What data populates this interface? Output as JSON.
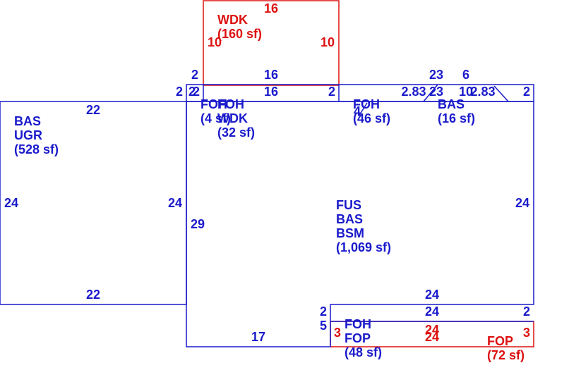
{
  "colors": {
    "building": "#1a1acc",
    "deck_porch": "#dd1111"
  },
  "areas": {
    "ugr": [
      "BAS",
      "UGR",
      "(528 sf)"
    ],
    "main": [
      "FUS",
      "BAS",
      "BSM",
      "(1,069 sf)"
    ],
    "wdk_top": [
      "WDK",
      "(160 sf)"
    ],
    "foh_small": [
      "FOH",
      "(4 sf)"
    ],
    "wdk_small": [
      "FOH",
      "WDK",
      "(32 sf)"
    ],
    "foh_mid": [
      "FOH",
      "(46 sf)"
    ],
    "bas_small": [
      "BAS",
      "(16 sf)"
    ],
    "foh_fop": [
      "FOH",
      "FOP",
      "(48 sf)"
    ],
    "fop": [
      "FOP",
      "(72 sf)"
    ]
  },
  "dimensions": {
    "wdk_top": "16",
    "wdk_left": "10",
    "wdk_right": "10",
    "strip_2a": "2",
    "strip_16a": "16",
    "strip_23a": "23",
    "strip_6": "6",
    "strip_2b": "2",
    "strip_2c": "2",
    "strip_2d": "2",
    "strip_16b": "16",
    "strip_2e": "2",
    "strip_283a": "2.83",
    "strip_23b": "23",
    "strip_10": "10",
    "strip_283b": "2.83",
    "strip_2f": "2",
    "ugr_top": "22",
    "ugr_left": "24",
    "ugr_right": "24",
    "ugr_bottom": "22",
    "main_left": "29",
    "main_right": "24",
    "main_bottom": "17",
    "foh_4": "4",
    "step_24a": "24",
    "step_2a": "2",
    "step_24b": "24",
    "step_2b": "2",
    "step_5": "5",
    "fop_3a": "3",
    "fop_24a": "24",
    "fop_24b": "24",
    "fop_3b": "3"
  }
}
